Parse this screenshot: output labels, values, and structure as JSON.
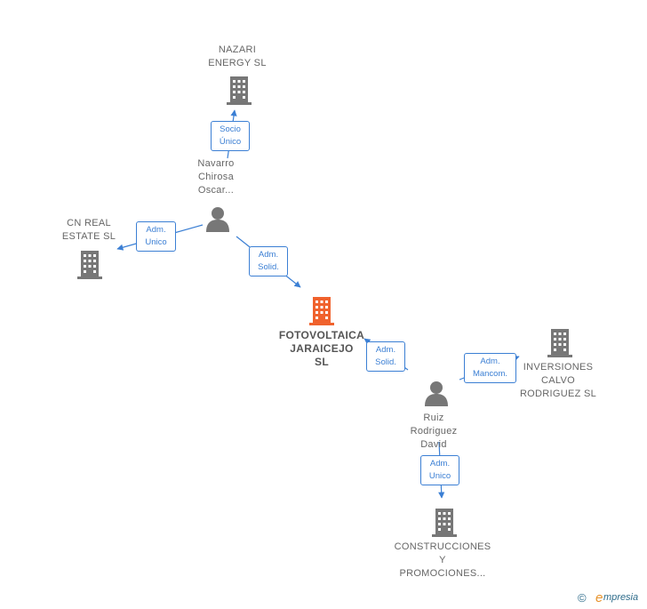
{
  "colors": {
    "company_node": "#777777",
    "main_node": "#f0622d",
    "person_node": "#777777",
    "edge": "#3b7fd4"
  },
  "nodes": {
    "nazari": {
      "label": "NAZARI\nENERGY  SL",
      "icon": "building-icon"
    },
    "navarro": {
      "label": "Navarro\nChirosa\nOscar...",
      "icon": "person-icon"
    },
    "cn_real": {
      "label": "CN REAL\nESTATE  SL",
      "icon": "building-icon"
    },
    "fotovoltaica": {
      "label": "FOTOVOLTAICA\nJARAICEJO\nSL",
      "icon": "building-icon"
    },
    "ruiz": {
      "label": "Ruiz\nRodriguez\nDavid",
      "icon": "person-icon"
    },
    "inversiones": {
      "label": "INVERSIONES\nCALVO\nRODRIGUEZ SL",
      "icon": "building-icon"
    },
    "construcciones": {
      "label": "CONSTRUCCIONES\nY\nPROMOCIONES...",
      "icon": "building-icon"
    }
  },
  "edges": {
    "socio_unico": "Socio\nÚnico",
    "adm_unico_cn": "Adm.\nUnico",
    "adm_solid_1": "Adm.\nSolid.",
    "adm_solid_2": "Adm.\nSolid.",
    "adm_mancom": "Adm.\nMancom.",
    "adm_unico_cons": "Adm.\nUnico"
  },
  "footer": {
    "copyright": "©",
    "brand_initial": "e",
    "brand": "mpresia"
  }
}
